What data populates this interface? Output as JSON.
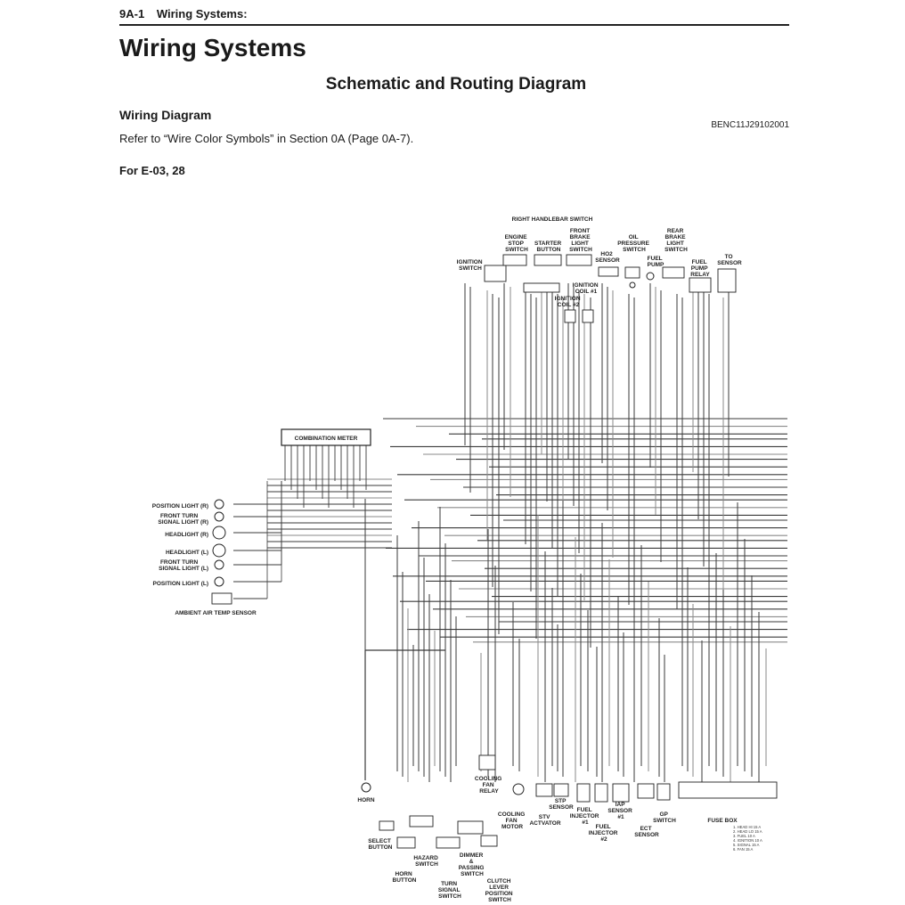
{
  "header": {
    "section": "9A-1",
    "title": "Wiring Systems:"
  },
  "page_title": "Wiring Systems",
  "subtitle": "Schematic and Routing Diagram",
  "section_heading": "Wiring Diagram",
  "doc_code": "BENC11J29102001",
  "reference_text": "Refer to “Wire Color Symbols” in Section 0A (Page 0A-7).",
  "model_heading": "For E-03, 28",
  "diagram": {
    "components": {
      "right_handlebar_switch": "RIGHT HANDLEBAR SWITCH",
      "engine_stop_switch": [
        "ENGINE",
        "STOP",
        "SWITCH"
      ],
      "starter_button": [
        "STARTER",
        "BUTTON"
      ],
      "front_brake_light_switch": [
        "FRONT",
        "BRAKE",
        "LIGHT",
        "SWITCH"
      ],
      "oil_pressure_switch": [
        "OIL",
        "PRESSURE",
        "SWITCH"
      ],
      "rear_brake_light_switch": [
        "REAR",
        "BRAKE",
        "LIGHT",
        "SWITCH"
      ],
      "ho2_sensor": [
        "HO2",
        "SENSOR"
      ],
      "fuel_pump": [
        "FUEL",
        "PUMP"
      ],
      "fuel_pump_relay": [
        "FUEL",
        "PUMP",
        "RELAY"
      ],
      "to_sensor": [
        "TO",
        "SENSOR"
      ],
      "ignition_switch": [
        "IGNITION",
        "SWITCH"
      ],
      "ignition_coil_1": [
        "IGNITION",
        "COIL #1"
      ],
      "ignition_coil_2": [
        "IGNITION",
        "COIL #2"
      ],
      "combination_meter": "COMBINATION METER",
      "position_light_r": "POSITION LIGHT (R)",
      "front_turn_signal_r": [
        "FRONT TURN",
        "SIGNAL LIGHT (R)"
      ],
      "headlight_r": "HEADLIGHT (R)",
      "headlight_l": "HEADLIGHT (L)",
      "front_turn_signal_l": [
        "FRONT TURN",
        "SIGNAL LIGHT (L)"
      ],
      "position_light_l": "POSITION LIGHT (L)",
      "ambient_air_temp_sensor": "AMBIENT AIR TEMP SENSOR",
      "horn": "HORN",
      "select_button": [
        "SELECT",
        "BUTTON"
      ],
      "hazard_switch": [
        "HAZARD",
        "SWITCH"
      ],
      "horn_button": [
        "HORN",
        "BUTTON"
      ],
      "turn_signal_switch": [
        "TURN",
        "SIGNAL",
        "SWITCH"
      ],
      "dimmer_passing_switch": [
        "DIMMER",
        "&",
        "PASSING",
        "SWITCH"
      ],
      "clutch_lever_position_switch": [
        "CLUTCH",
        "LEVER",
        "POSITION",
        "SWITCH"
      ],
      "cooling_fan_relay": [
        "COOLING",
        "FAN",
        "RELAY"
      ],
      "cooling_fan_motor": [
        "COOLING",
        "FAN",
        "MOTOR"
      ],
      "stv_actuator": [
        "STV",
        "ACTVATOR"
      ],
      "stp_sensor": [
        "STP",
        "SENSOR"
      ],
      "fuel_injector_1": [
        "FUEL",
        "INJECTOR",
        "#1"
      ],
      "fuel_injector_2": [
        "FUEL",
        "INJECTOR",
        "#2"
      ],
      "iap_sensor_1": [
        "IAP",
        "SENSOR",
        "#1"
      ],
      "ect_sensor": [
        "ECT",
        "SENSOR"
      ],
      "gp_switch": [
        "GP",
        "SWITCH"
      ],
      "fuse_box": "FUSE BOX"
    },
    "fuse_list": [
      "1. HEAD HI   15 A",
      "2. HEAD LO   15 A",
      "3. FUEL      10 A",
      "4. IGNITION  10 A",
      "5. SIGNAL    15 A",
      "6. FAN       15 A"
    ],
    "colors": {
      "wire": "#3a3a3a",
      "wire_light": "#8a8a8a",
      "text": "#1a1a1a"
    }
  }
}
